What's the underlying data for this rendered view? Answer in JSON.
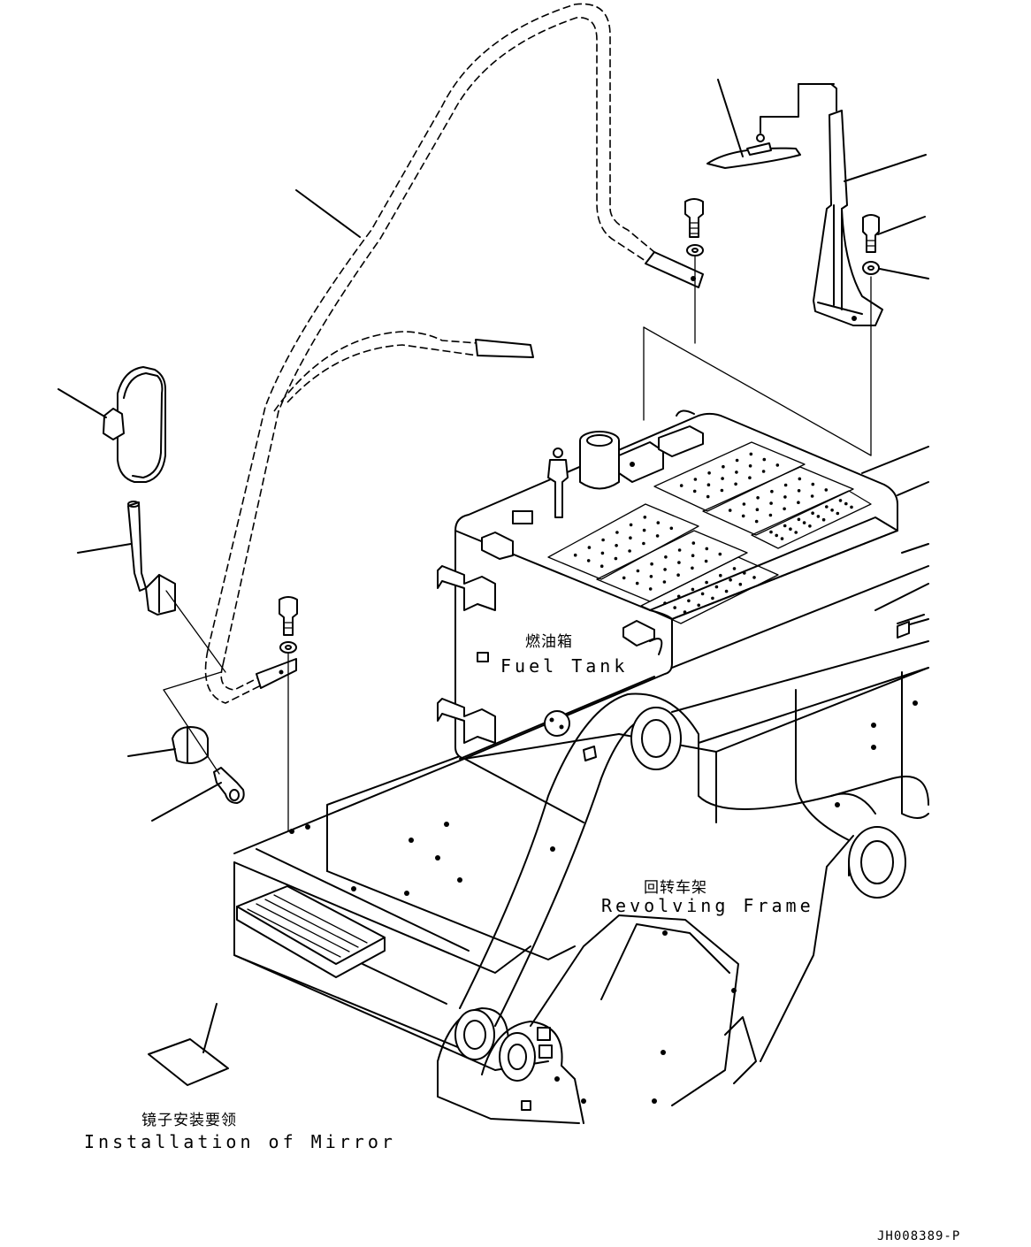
{
  "labels": {
    "fuel_tank_cn": "燃油箱",
    "fuel_tank_en": "Fuel Tank",
    "frame_cn": "回转车架",
    "frame_en": "Revolving Frame",
    "install_cn": "镜子安装要领",
    "install_en": "Installation of Mirror",
    "drawing_code": "JH008389-P"
  },
  "icons": [
    "mirror-icon",
    "mirror-stay-icon",
    "clamp-icon",
    "handrail-icon",
    "bolt-icon",
    "washer-icon",
    "reflector-icon",
    "stay-bracket-icon",
    "instruction-sheet-icon"
  ]
}
